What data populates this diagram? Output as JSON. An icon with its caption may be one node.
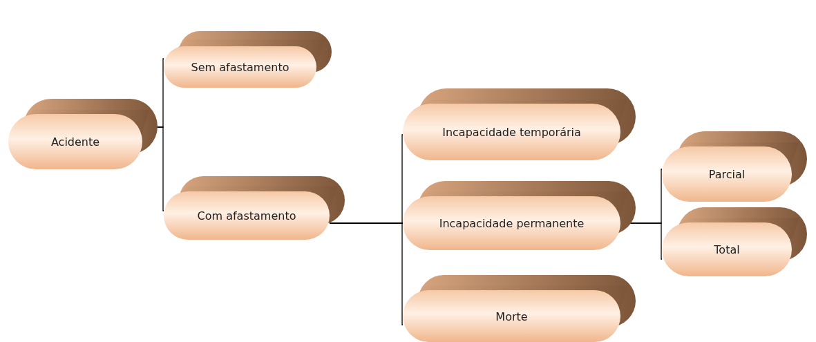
{
  "diagram": {
    "nodes": [
      {
        "text": [
          "Acidente"
        ]
      },
      {
        "text": [
          "Sem afastamento"
        ]
      },
      {
        "text": [
          "Com afastamento"
        ]
      },
      {
        "text": [
          "Incapacidade temporária"
        ]
      },
      {
        "text": [
          "Incapacidade permanente"
        ]
      },
      {
        "text": [
          "Morte"
        ]
      },
      {
        "text": [
          "Parcial"
        ]
      },
      {
        "text": [
          "Total"
        ]
      }
    ],
    "edges": [
      {
        "from": 0,
        "to": 1,
        "arrow": "none"
      },
      {
        "from": 0,
        "to": 2,
        "arrow": "none"
      },
      {
        "from": 2,
        "to": 3,
        "arrow": "none"
      },
      {
        "from": 2,
        "to": 4,
        "arrow": "none"
      },
      {
        "from": 2,
        "to": 5,
        "arrow": "none"
      },
      {
        "from": 4,
        "to": 6,
        "arrow": "none"
      },
      {
        "from": 4,
        "to": 7,
        "arrow": "none"
      }
    ]
  }
}
